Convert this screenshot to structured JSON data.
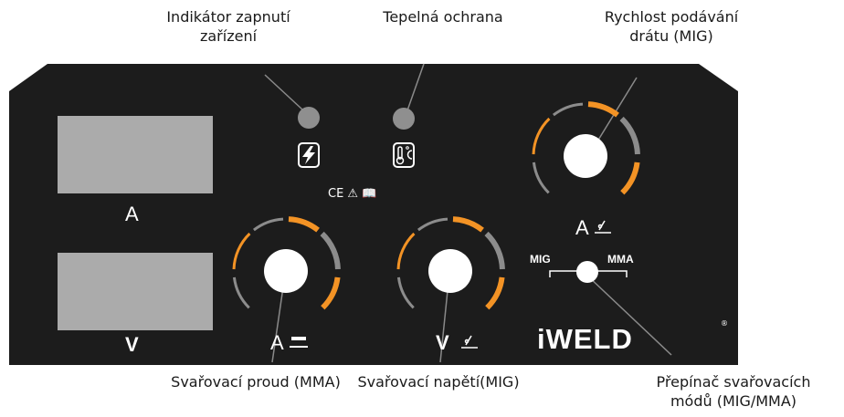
{
  "callouts": {
    "power_indicator": [
      "Indikátor zapnutí",
      "zařízení"
    ],
    "thermal_protection": [
      "Tepelná ochrana"
    ],
    "wire_speed": [
      "Rychlost podávání",
      "drátu (MIG)"
    ],
    "current_mma": [
      "Svařovací proud (MMA)"
    ],
    "voltage_mig": [
      "Svařovací napětí(MIG)"
    ],
    "mode_switch": [
      "Přepínač svařovacích",
      "módů (MIG/MMA)"
    ]
  },
  "panel": {
    "display_current_unit": "A",
    "display_voltage_unit": "V",
    "knob_current_label": "A",
    "knob_voltage_label": "V",
    "knob_wire_label": "A",
    "switch_left": "MIG",
    "switch_right": "MMA",
    "marks": "CE ⚠ 📖",
    "brand": "iWELD",
    "registered": "®"
  },
  "colors": {
    "panel": "#1c1c1c",
    "display": "#ababab",
    "orange": "#f39325",
    "gray": "#8c8c8c",
    "knob": "#ffffff"
  }
}
